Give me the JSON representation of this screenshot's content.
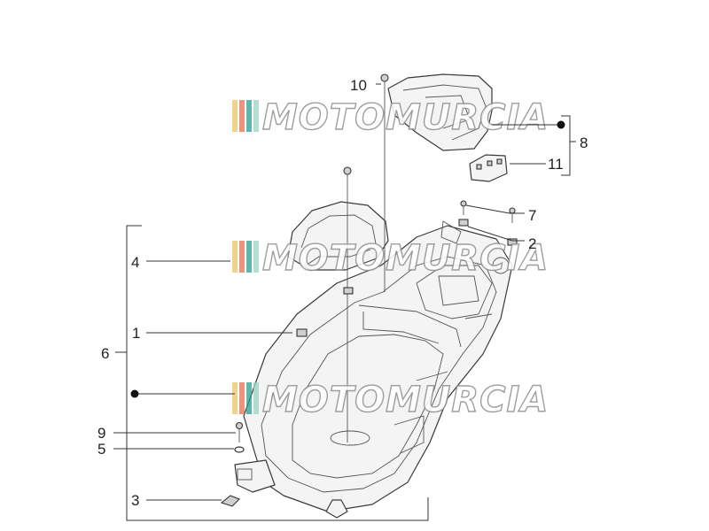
{
  "watermark": {
    "text": "MOTOMURCIA",
    "stripe_colors": [
      "#e9c46a",
      "#e76f51",
      "#2a9d8f",
      "#9bd3c7"
    ]
  },
  "callouts": {
    "c1": "1",
    "c2": "2",
    "c3": "3",
    "c4": "4",
    "c5": "5",
    "c6": "6",
    "c7": "7",
    "c8": "8",
    "c9": "9",
    "c10": "10",
    "c11": "11"
  }
}
